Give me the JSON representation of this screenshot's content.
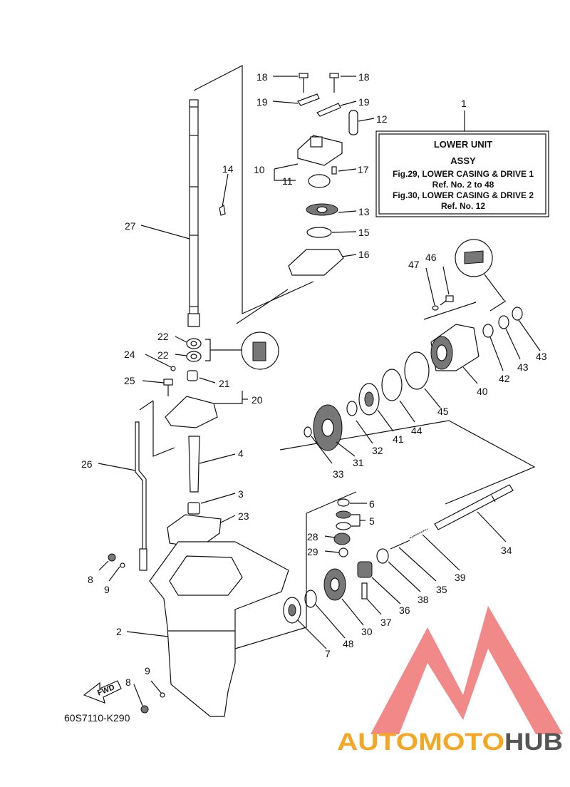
{
  "info_box": {
    "ref": "1",
    "title": "LOWER UNIT",
    "subtitle": "ASSY",
    "line1": "Fig.29, LOWER CASING & DRIVE 1",
    "line2": "Ref. No. 2 to 48",
    "line3": "Fig.30, LOWER CASING & DRIVE 2",
    "line4": "Ref. No. 12"
  },
  "diagram_code": "60S7110-K290",
  "fwd_label": "FWD",
  "watermark": {
    "brand_part1": "AUTOMOTO",
    "brand_part2": "HUB",
    "color_red": "#e83a3a",
    "color_orange": "#f5a623",
    "color_gray": "#555555"
  },
  "callouts": [
    "18",
    "18",
    "19",
    "19",
    "12",
    "10",
    "11",
    "17",
    "14",
    "13",
    "27",
    "15",
    "16",
    "47",
    "46",
    "22",
    "22",
    "24",
    "21",
    "25",
    "20",
    "26",
    "4",
    "3",
    "23",
    "8",
    "9",
    "2",
    "8",
    "9",
    "6",
    "5",
    "28",
    "29",
    "7",
    "48",
    "30",
    "37",
    "36",
    "38",
    "35",
    "39",
    "34",
    "31",
    "32",
    "33",
    "41",
    "44",
    "45",
    "40",
    "42",
    "43",
    "43"
  ]
}
